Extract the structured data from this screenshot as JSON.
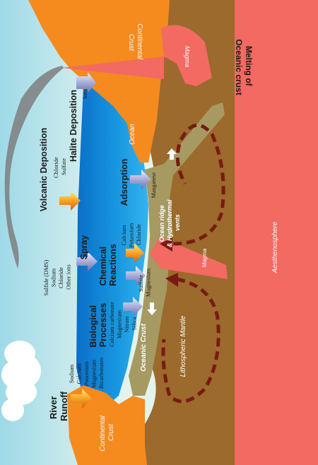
{
  "labels": {
    "continental_crust_top": [
      "Continental",
      "Crust"
    ],
    "continental_crust_bottom": [
      "Continental",
      "Crust"
    ],
    "magma_top": "Magma",
    "magma_bottom": "Magma",
    "melting": [
      "Melting of",
      "Oceanic crust"
    ],
    "ocean": "Ocean",
    "ocean_ridge": [
      "Ocean ridge",
      "& Hydrothermal",
      "vents"
    ],
    "oceanic_crust": "Oceanic Crust",
    "lithospheric_mantle": "Lithospheric Mantle",
    "aesthenosphere": "Aesthenosphere"
  },
  "processes": {
    "river_runoff": {
      "title": [
        "River",
        "Runoff"
      ],
      "items": [
        "Sodium",
        "Calcium",
        "Potassium",
        "Magnesium",
        "Bicarbonates"
      ]
    },
    "biological": {
      "title": [
        "Biological",
        "Processes"
      ],
      "items": [
        "Calcium carbonate",
        "Magnesium",
        "Nitrate",
        "Silica"
      ]
    },
    "spray": {
      "title": "Spray",
      "items": [
        "Sulfide (DMS)",
        "Sodium",
        "Chloride",
        "Other ions"
      ]
    },
    "chemical": {
      "title": [
        "Chemical",
        "Reactions"
      ],
      "items_in": [
        "Calcium",
        "Potassium",
        "Chloride"
      ],
      "items_out": [
        "Sulfate",
        "Magnesium"
      ]
    },
    "volcanic": {
      "title": "Volcanic Deposition",
      "items": [
        "Chloride",
        "Sulfate"
      ]
    },
    "halite": {
      "title": "Halite Deposition",
      "items": [
        "Ions"
      ]
    },
    "adsorption": {
      "title": "Adsorption",
      "items": [
        "Manganese"
      ]
    }
  },
  "colors": {
    "sky": "#e6f5ef",
    "ocean": "#1a90dc",
    "continental_crust": "#f58a1f",
    "lithosphere": "#9b6a2c",
    "oceanic_crust": "#a69a62",
    "asthenosphere": "#f26a62",
    "convection_arrow": "#7a1a14",
    "label_white": "#ffffff",
    "label_dark": "#1a1a1a"
  }
}
